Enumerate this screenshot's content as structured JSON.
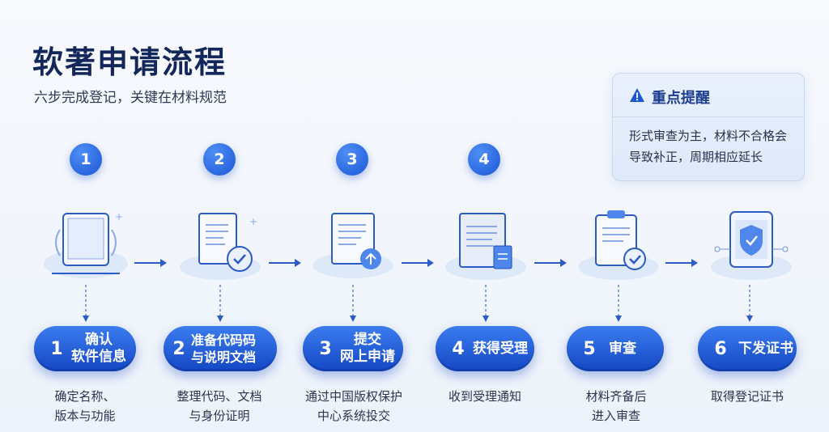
{
  "header": {
    "title": "软著申请流程",
    "subtitle": "六步完成登记，关键在材料规范"
  },
  "tip": {
    "title": "重点提醒",
    "text": "形式审查为主，材料不合格会导致补正，周期相应延长",
    "icon": "warning-triangle-icon"
  },
  "top_numbers": [
    "1",
    "2",
    "3",
    "4"
  ],
  "steps": [
    {
      "num": "1",
      "label": "确认\n软件信息",
      "desc": "确定名称、\n版本与功能",
      "icon": "tablet-document-icon"
    },
    {
      "num": "2",
      "label": "准备代码码\n与说明文档",
      "desc": "整理代码、文档\n与身份证明",
      "icon": "document-check-icon"
    },
    {
      "num": "3",
      "label": "提交\n网上申请",
      "desc": "通过中国版权保护\n中心系统投交",
      "icon": "document-upload-icon"
    },
    {
      "num": "4",
      "label": "获得受理",
      "desc": "收到受理通知",
      "icon": "folder-document-icon"
    },
    {
      "num": "5",
      "label": "审查",
      "desc": "材料齐备后\n进入审查",
      "icon": "clipboard-check-icon"
    },
    {
      "num": "6",
      "label": "下发证书",
      "desc": "取得登记证书",
      "icon": "certificate-shield-icon"
    }
  ],
  "colors": {
    "accent": "#1a56d6",
    "title": "#13275a"
  }
}
